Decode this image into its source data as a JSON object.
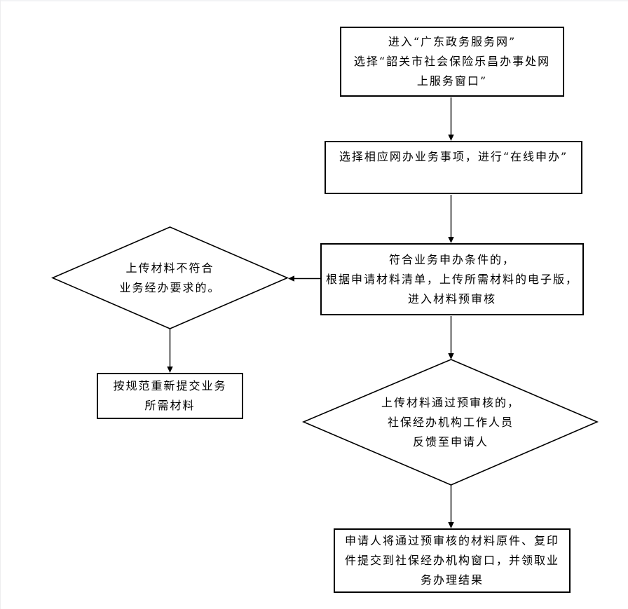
{
  "page": {
    "background": "#ffffff",
    "stroke_color": "#000000",
    "text_color": "#000000",
    "page_edge_color": "#f2f3f5"
  },
  "flowchart": {
    "nodes": {
      "start": {
        "shape": "rect",
        "label": "进入“广东政务服务网”\n选择“韶关市社会保险乐昌办事处网\n上服务窗口”"
      },
      "select_service": {
        "shape": "rect",
        "label": "选择相应网办业务事项，进行“在线申办”"
      },
      "upload_review": {
        "shape": "rect",
        "label": "符合业务申办条件的，\n根据申请材料清单，上传所需材料的电子版，\n进入材料预审核"
      },
      "reject_check": {
        "shape": "diamond",
        "label": "上传材料不符合\n业务经办要求的。"
      },
      "resubmit": {
        "shape": "rect",
        "label": "按规范重新提交业务\n所需材料"
      },
      "pass_check": {
        "shape": "diamond",
        "label": "上传材料通过预审核的，\n社保经办机构工作人员\n反馈至申请人"
      },
      "result": {
        "shape": "rect",
        "label": "申请人将通过预审核的材料原件、复印\n件提交到社保经办机构窗口，并领取业\n务办理结果"
      }
    }
  }
}
